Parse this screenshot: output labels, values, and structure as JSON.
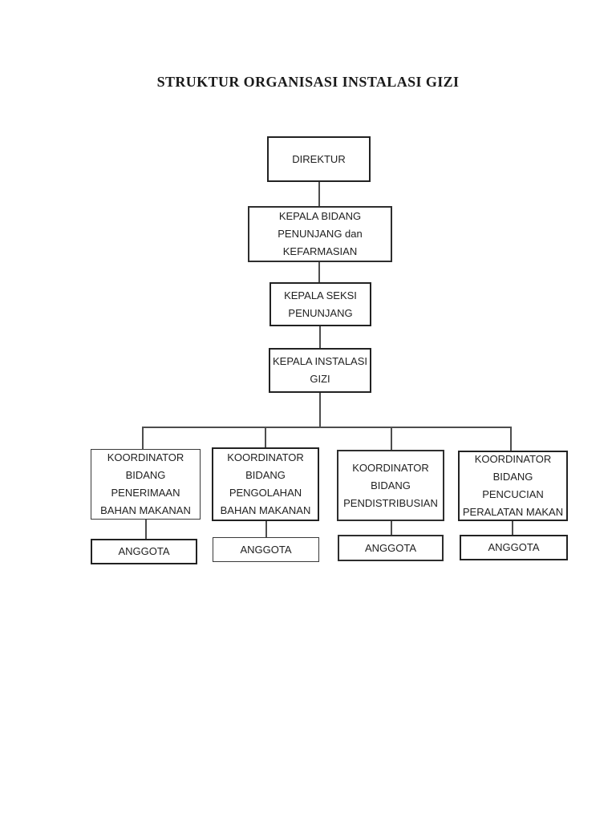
{
  "page": {
    "title": "STRUKTUR ORGANISASI INSTALASI GIZI"
  },
  "org": {
    "direktur": "DIREKTUR",
    "kepala_bidang": "KEPALA BIDANG\nPENUNJANG dan\nKEFARMASIAN",
    "kepala_seksi": "KEPALA SEKSI\nPENUNJANG",
    "kepala_instalasi": "KEPALA INSTALASI\nGIZI",
    "koordinator_penerimaan": "KOORDINATOR\nBIDANG\nPENERIMAAN\nBAHAN MAKANAN",
    "koordinator_pengolahan": "KOORDINATOR\nBIDANG\nPENGOLAHAN\nBAHAN MAKANAN",
    "koordinator_pendistribusian": "KOORDINATOR\nBIDANG\nPENDISTRIBUSIAN",
    "koordinator_pencucian": "KOORDINATOR\nBIDANG\nPENCUCIAN\nPERALATAN MAKAN",
    "anggota_label": "ANGGOTA"
  },
  "hierarchy": {
    "root": "DIREKTUR",
    "children": [
      {
        "label": "KEPALA BIDANG PENUNJANG dan KEFARMASIAN",
        "children": [
          {
            "label": "KEPALA SEKSI PENUNJANG",
            "children": [
              {
                "label": "KEPALA INSTALASI GIZI",
                "children": [
                  {
                    "label": "KOORDINATOR BIDANG PENERIMAAN BAHAN MAKANAN",
                    "children": [
                      {
                        "label": "ANGGOTA"
                      }
                    ]
                  },
                  {
                    "label": "KOORDINATOR BIDANG PENGOLAHAN BAHAN MAKANAN",
                    "children": [
                      {
                        "label": "ANGGOTA"
                      }
                    ]
                  },
                  {
                    "label": "KOORDINATOR BIDANG PENDISTRIBUSIAN",
                    "children": [
                      {
                        "label": "ANGGOTA"
                      }
                    ]
                  },
                  {
                    "label": "KOORDINATOR BIDANG PENCUCIAN PERALATAN MAKAN",
                    "children": [
                      {
                        "label": "ANGGOTA"
                      }
                    ]
                  }
                ]
              }
            ]
          }
        ]
      }
    ]
  },
  "colors": {
    "background": "#ffffff",
    "box_border": "#2e2e2e",
    "connector_line": "#4d4d4d",
    "text": "#212121"
  }
}
